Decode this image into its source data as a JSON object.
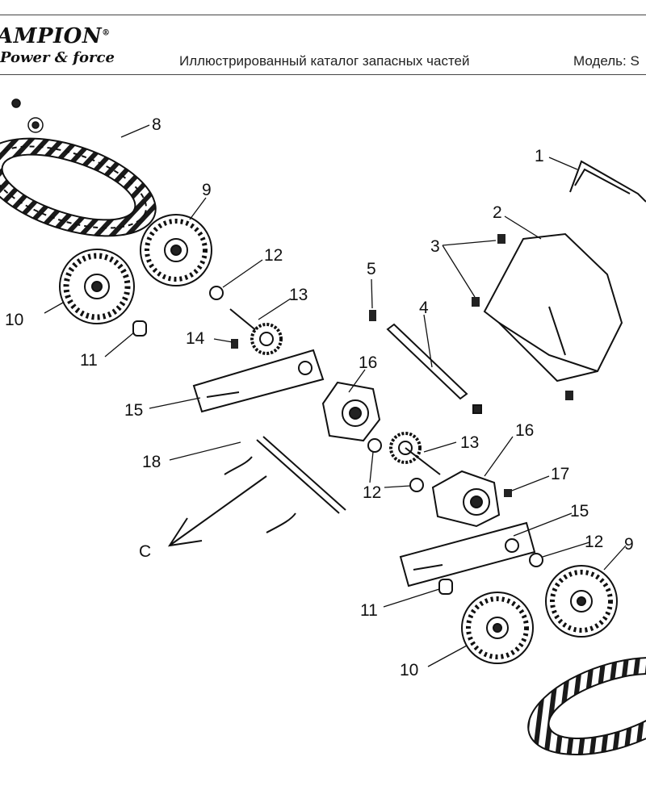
{
  "header": {
    "brand": "AMPION",
    "brand_mark": "®",
    "slogan": "Power & force",
    "catalog_title": "Иллюстрированный каталог запасных частей",
    "model_label": "Модель: S"
  },
  "diagram": {
    "callouts": {
      "c1": "1",
      "c2": "2",
      "c3": "3",
      "c4": "4",
      "c5": "5",
      "c8": "8",
      "c9a": "9",
      "c9b": "9",
      "c10a": "10",
      "c10b": "10",
      "c11a": "11",
      "c11b": "11",
      "c12a": "12",
      "c12b": "12",
      "c12c": "12",
      "c13a": "13",
      "c13b": "13",
      "c14": "14",
      "c15a": "15",
      "c15b": "15",
      "c16a": "16",
      "c16b": "16",
      "c17": "17",
      "c18": "18",
      "direction": "C"
    }
  }
}
